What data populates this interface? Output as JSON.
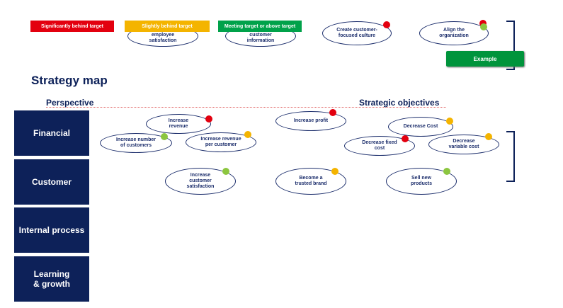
{
  "legend": {
    "red": {
      "label": "Significantly behind target",
      "color": "#e3000f"
    },
    "yellow": {
      "label": "Slightly behind target",
      "color": "#f4b400"
    },
    "green": {
      "label": "Meeting target or above target",
      "color": "#00a24a"
    }
  },
  "top_ovals": {
    "employee": {
      "line1": "employee",
      "line2": "satisfaction"
    },
    "customer": {
      "line1": "customer",
      "line2": "information"
    },
    "culture": {
      "line1": "Create customer-",
      "line2": "focused culture"
    },
    "organization": {
      "line1": "Align the",
      "line2": "organization"
    }
  },
  "example_button": "Example",
  "title": "Strategy map",
  "perspective_header": "Perspective",
  "objectives_header": "Strategic objectives",
  "perspectives": [
    {
      "label": "Financial"
    },
    {
      "label": "Customer"
    },
    {
      "label": "Internal process"
    },
    {
      "label": "Learning\n& growth"
    }
  ],
  "objectives": {
    "increase_revenue": {
      "line1": "Increase",
      "line2": "revenue",
      "status": "red"
    },
    "increase_customers": {
      "line1": "Increase number",
      "line2": "of customers",
      "status": "green"
    },
    "increase_rev_per_customer": {
      "line1": "Increase revenue",
      "line2": "per customer",
      "status": "yellow"
    },
    "increase_profit": {
      "line1": "Increase profit",
      "line2": "",
      "status": "red"
    },
    "decrease_cost": {
      "line1": "Decrease Cost",
      "line2": "",
      "status": "yellow"
    },
    "decrease_fixed_cost": {
      "line1": "Decrease fixed",
      "line2": "cost",
      "status": "red"
    },
    "decrease_variable_cost": {
      "line1": "Decrease",
      "line2": "variable cost",
      "status": "yellow"
    },
    "customer_satisfaction": {
      "line1": "Increase",
      "line2": "customer",
      "line3": "satisfaction",
      "status": "green"
    },
    "trusted_brand": {
      "line1": "Become a",
      "line2": "trusted brand",
      "status": "yellow"
    },
    "new_products": {
      "line1": "Sell new",
      "line2": "products",
      "status": "green"
    }
  }
}
